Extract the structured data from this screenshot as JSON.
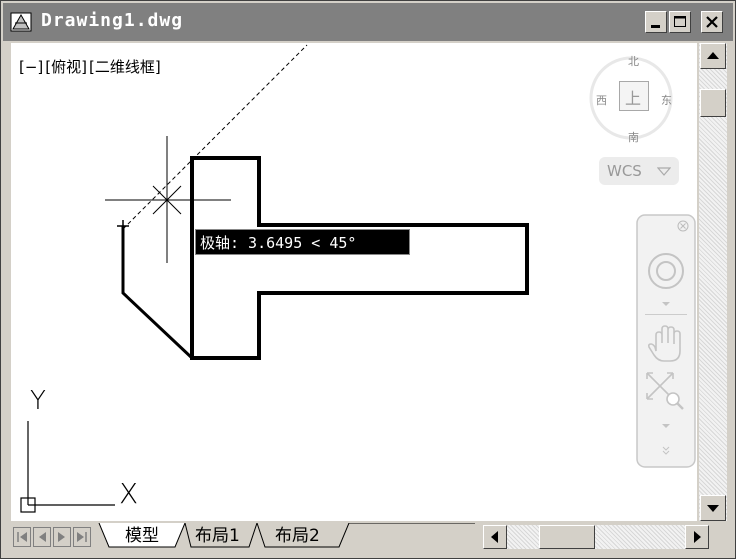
{
  "window": {
    "title": "Drawing1.dwg"
  },
  "viewport": {
    "label_minus": "[−]",
    "label_view": "[俯视]",
    "label_style": "[二维线框]"
  },
  "viewcube": {
    "north": "北",
    "south": "南",
    "east": "东",
    "west": "西",
    "face": "上"
  },
  "wcs": {
    "label": "WCS"
  },
  "tooltip": {
    "text": "极轴: 3.6495 < 45°"
  },
  "ucs": {
    "x_label": "X",
    "y_label": "Y"
  },
  "tabs": {
    "model": "模型",
    "layout1": "布局1",
    "layout2": "布局2"
  },
  "colors": {
    "titlebar": "#808080",
    "canvas": "#ffffff",
    "tooltip_bg": "#000000",
    "tooltip_fg": "#ffffff"
  }
}
